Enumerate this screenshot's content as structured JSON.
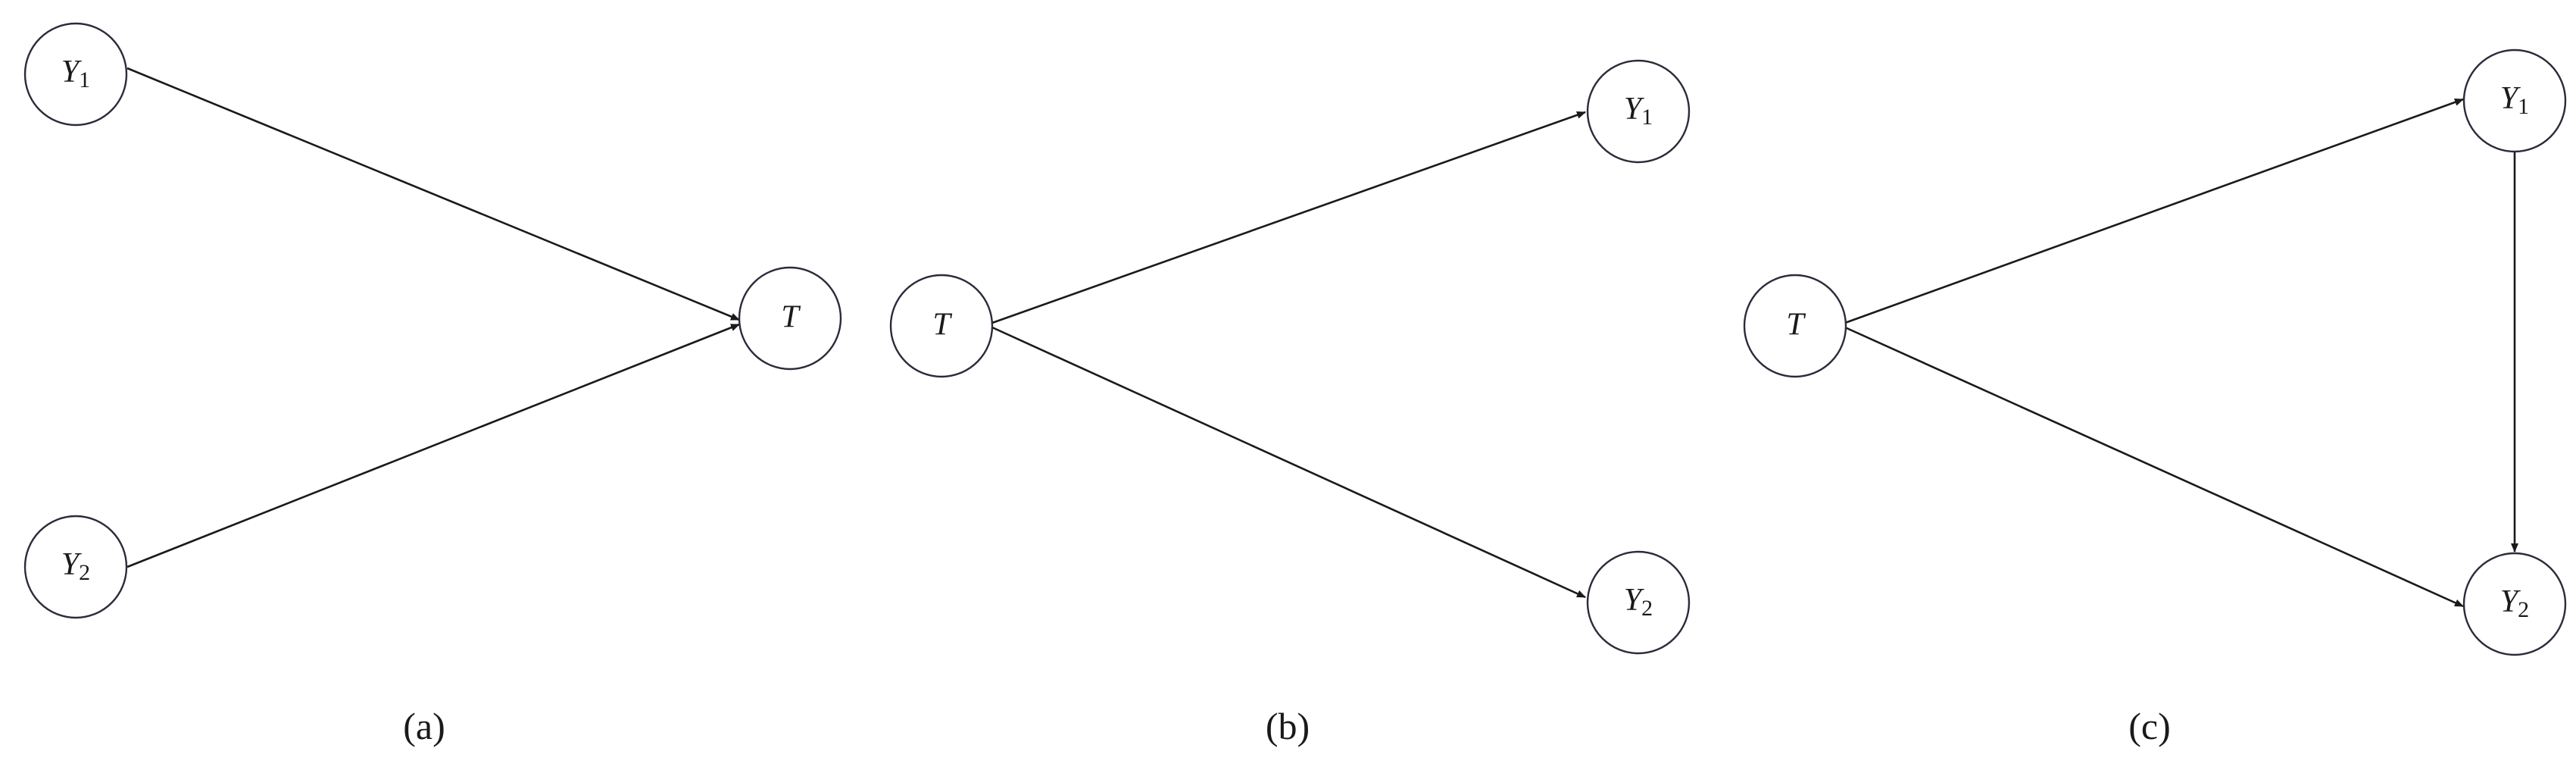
{
  "colors": {
    "node_stroke": "#2b2b3a",
    "edge": "#1a1a1a",
    "background": "#ffffff"
  },
  "panels": [
    {
      "id": "a",
      "caption": "(a)",
      "nodes": {
        "y1": {
          "main": "Y",
          "sub": "1"
        },
        "y2": {
          "main": "Y",
          "sub": "2"
        },
        "t": {
          "main": "T",
          "sub": ""
        }
      },
      "edges": [
        {
          "from": "Y1",
          "to": "T"
        },
        {
          "from": "Y2",
          "to": "T"
        }
      ]
    },
    {
      "id": "b",
      "caption": "(b)",
      "nodes": {
        "t": {
          "main": "T",
          "sub": ""
        },
        "y1": {
          "main": "Y",
          "sub": "1"
        },
        "y2": {
          "main": "Y",
          "sub": "2"
        }
      },
      "edges": [
        {
          "from": "T",
          "to": "Y1"
        },
        {
          "from": "T",
          "to": "Y2"
        }
      ]
    },
    {
      "id": "c",
      "caption": "(c)",
      "nodes": {
        "t": {
          "main": "T",
          "sub": ""
        },
        "y1": {
          "main": "Y",
          "sub": "1"
        },
        "y2": {
          "main": "Y",
          "sub": "2"
        }
      },
      "edges": [
        {
          "from": "T",
          "to": "Y1"
        },
        {
          "from": "T",
          "to": "Y2"
        },
        {
          "from": "Y1",
          "to": "Y2"
        }
      ]
    }
  ]
}
